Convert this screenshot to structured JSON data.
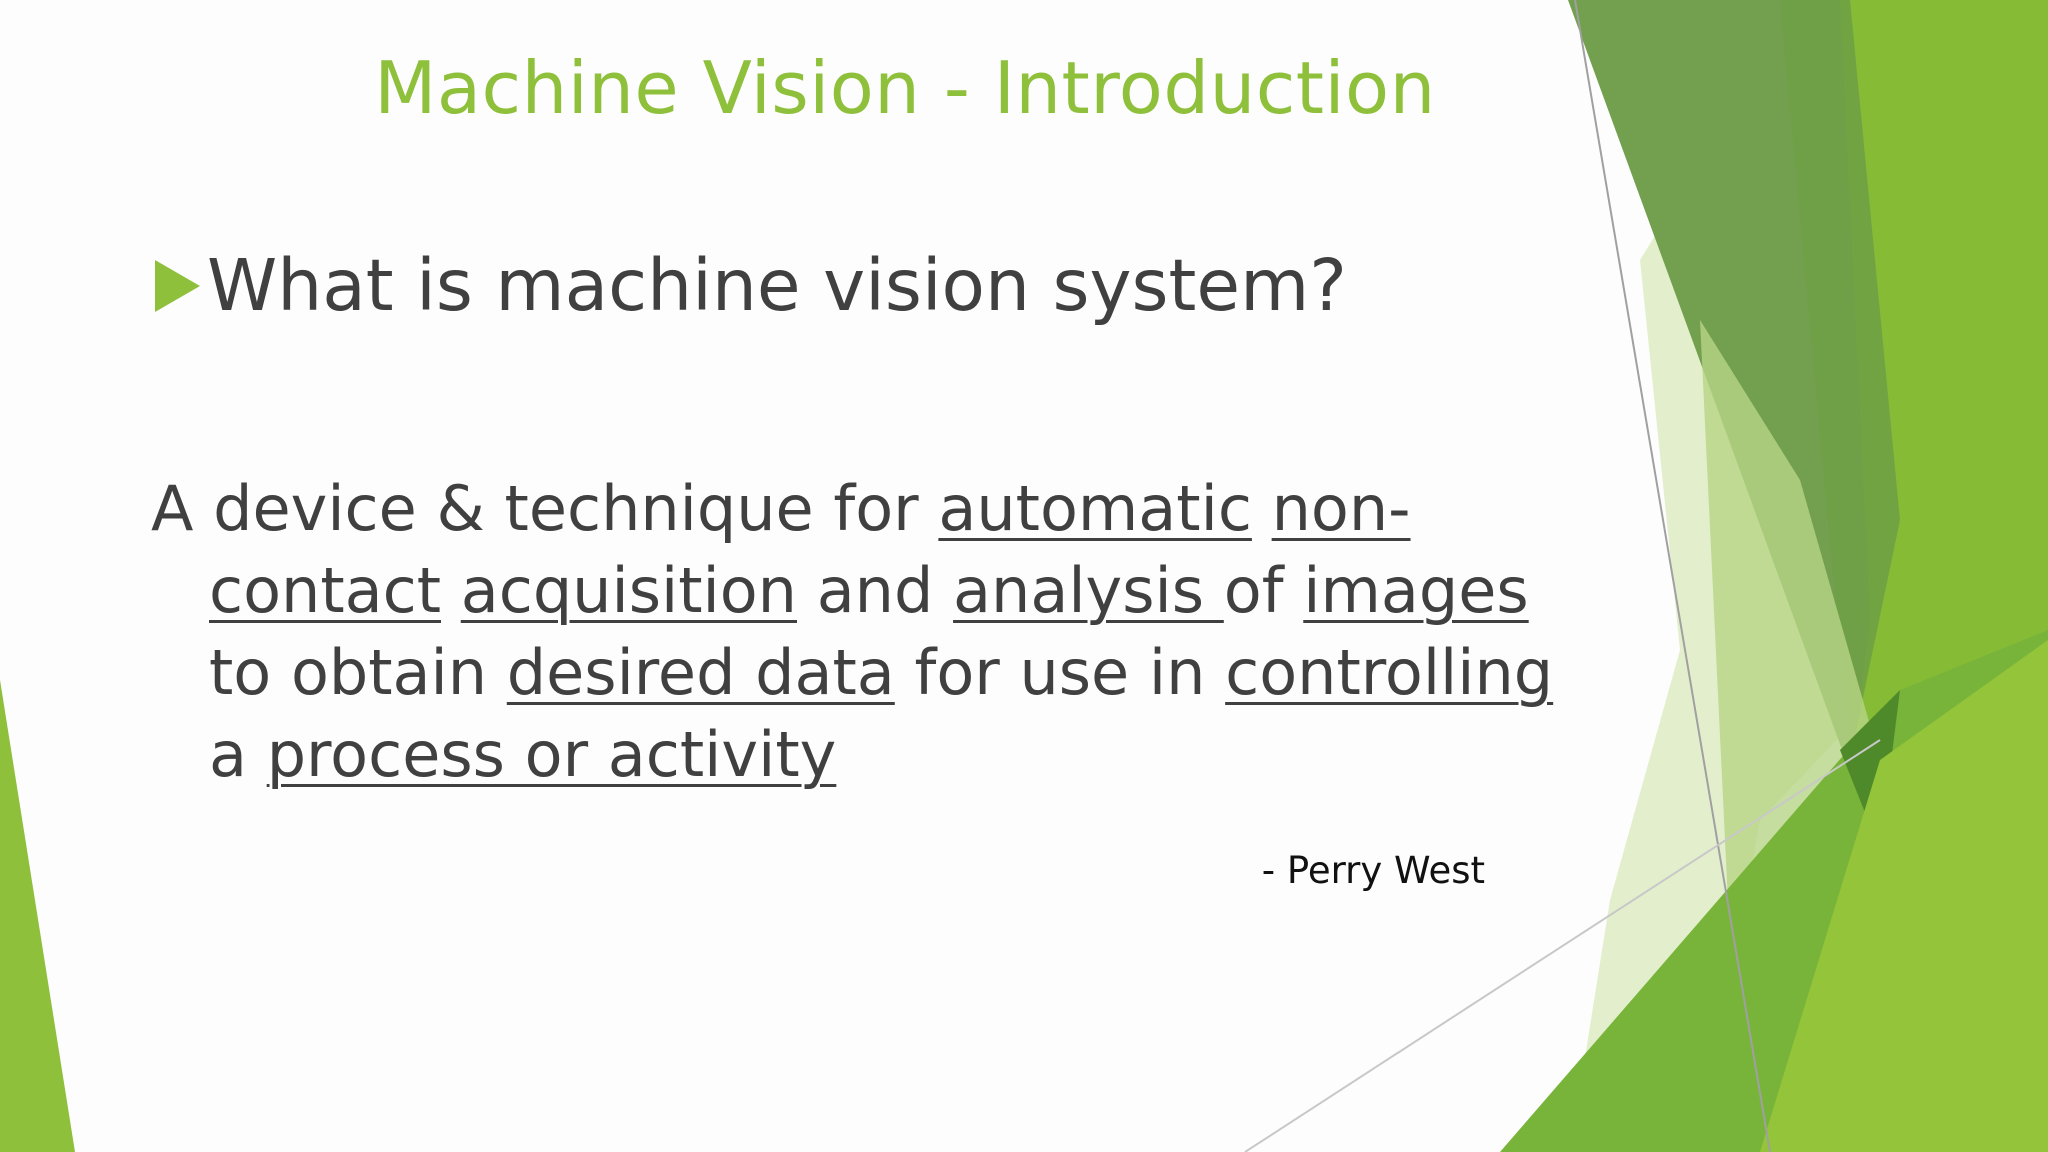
{
  "colors": {
    "accent": "#8fc03c",
    "text": "#404040",
    "green_dark": "#72a04e",
    "green_mid": "#79b43a",
    "green_light": "#cfe3a6"
  },
  "slide": {
    "title": "Machine Vision - Introduction",
    "bullet": {
      "icon": "triangle-bullet-icon",
      "text": "What is machine vision system?"
    },
    "definition": {
      "segments": [
        {
          "text": "A device & technique for ",
          "underline": false
        },
        {
          "text": "automatic",
          "underline": true
        },
        {
          "text": " ",
          "underline": false
        },
        {
          "text": "non-contact",
          "underline": true
        },
        {
          "text": " ",
          "underline": false
        },
        {
          "text": "acquisition",
          "underline": true
        },
        {
          "text": " and ",
          "underline": false
        },
        {
          "text": "analysis ",
          "underline": true
        },
        {
          "text": "of ",
          "underline": false
        },
        {
          "text": "images",
          "underline": true
        },
        {
          "text": " to obtain ",
          "underline": false
        },
        {
          "text": "desired data",
          "underline": true
        },
        {
          "text": " for use in ",
          "underline": false
        },
        {
          "text": "controlling",
          "underline": true
        },
        {
          "text": " a ",
          "underline": false
        },
        {
          "text": "process or activity",
          "underline": true
        }
      ]
    },
    "attribution": "- Perry West"
  }
}
